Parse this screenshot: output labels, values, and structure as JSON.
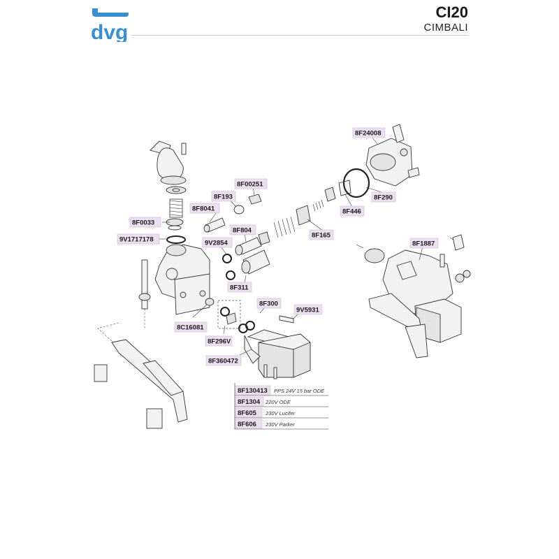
{
  "header": {
    "brand_logo_text": "dvg",
    "model": "CI20",
    "manufacturer": "CIMBALI"
  },
  "colors": {
    "logo_blue": "#3a8fd0",
    "label_bg": "#ecdff0"
  },
  "labels": {
    "p8F24008": "8F24008",
    "p8F290": "8F290",
    "p8F446": "8F446",
    "p8F165": "8F165",
    "p8F00251": "8F00251",
    "p8F193": "8F193",
    "p8F8041": "8F8041",
    "p8F804": "8F804",
    "p9V2854": "9V2854",
    "p8F0033": "8F0033",
    "p9V1717178": "9V1717178",
    "p8F311": "8F311",
    "p8F300": "8F300",
    "p9V5931": "9V5931",
    "p8C16081": "8C16081",
    "p8F296V": "8F296V",
    "p8F360472": "8F360472",
    "p8F1887": "8F1887"
  },
  "coil_options": [
    {
      "code": "8F130413",
      "desc": "PPS 24V 15 bar ODE"
    },
    {
      "code": "8F1304",
      "desc": "220V ODE"
    },
    {
      "code": "8F605",
      "desc": "230V Lucifer"
    },
    {
      "code": "8F606",
      "desc": "230V Parker"
    }
  ]
}
